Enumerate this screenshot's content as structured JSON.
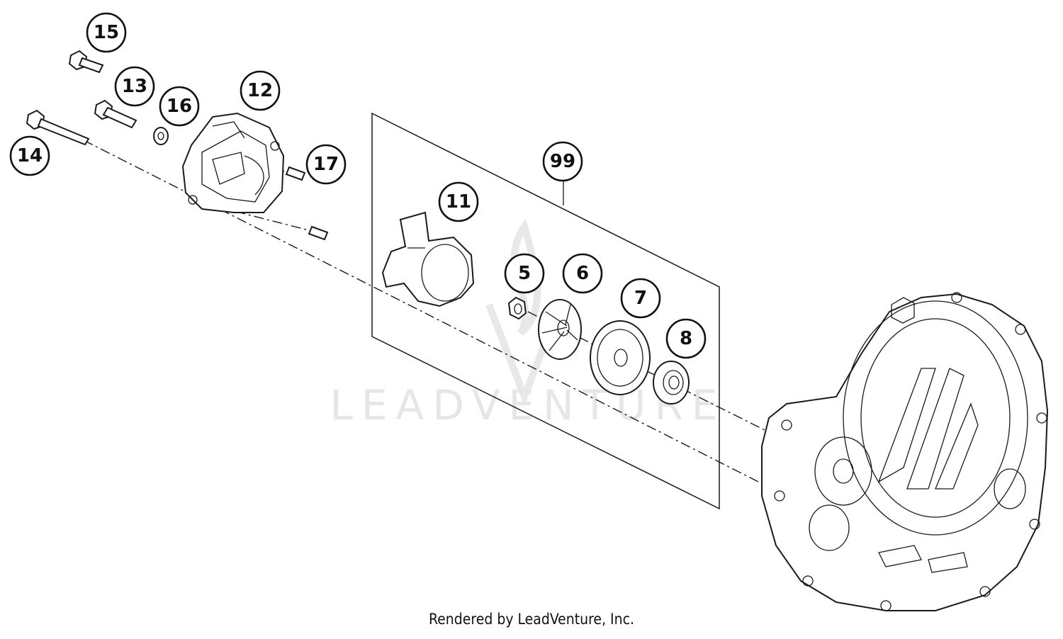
{
  "callouts": {
    "c15": "15",
    "c13": "13",
    "c16": "16",
    "c12": "12",
    "c14": "14",
    "c17": "17",
    "c99": "99",
    "c11": "11",
    "c5": "5",
    "c6": "6",
    "c7": "7",
    "c8": "8"
  },
  "watermark": "LEADVENTURE",
  "footer": "Rendered by LeadVenture, Inc."
}
